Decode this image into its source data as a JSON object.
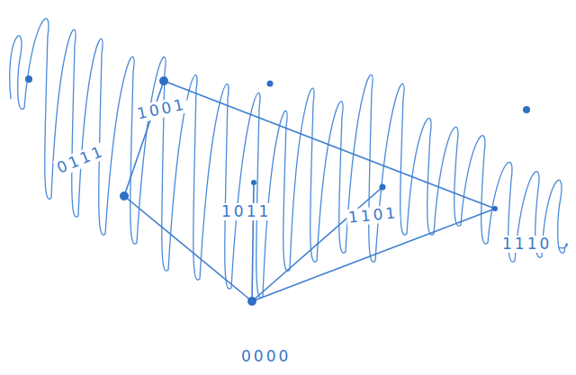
{
  "diagram": {
    "labels": [
      "0111",
      "1001",
      "1011",
      "1101",
      "1110",
      "0000"
    ]
  }
}
